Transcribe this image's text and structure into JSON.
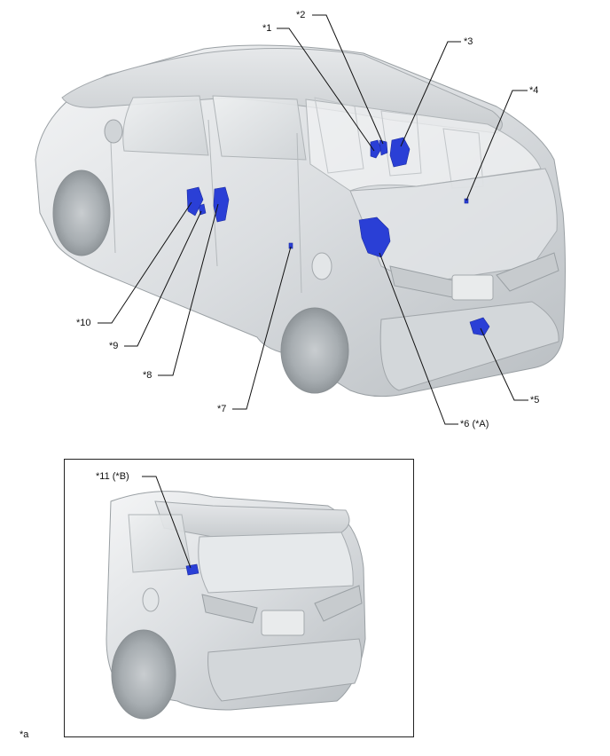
{
  "callouts": {
    "c1": "*1",
    "c2": "*2",
    "c3": "*3",
    "c4": "*4",
    "c5": "*5",
    "c6": "*6 (*A)",
    "c7": "*7",
    "c8": "*8",
    "c9": "*9",
    "c10": "*10",
    "c11": "*11 (*B)"
  },
  "note": "*a",
  "colors": {
    "component": "#2a3fd6",
    "vehicle_body": "#d9dde0",
    "vehicle_shade": "#aeb4b8",
    "leader_line": "#111111"
  }
}
